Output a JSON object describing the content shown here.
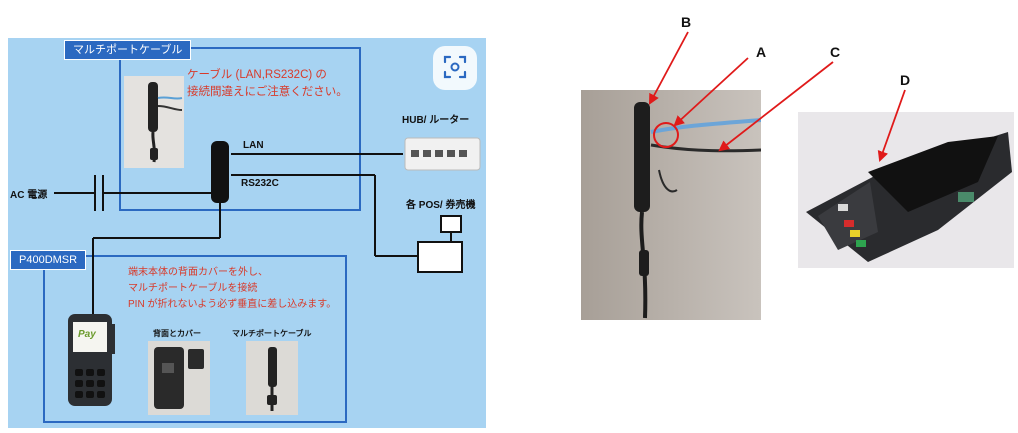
{
  "diagram": {
    "multiport_tag": "マルチポートケーブル",
    "cable_note_line1": "ケーブル (LAN,RS232C) の",
    "cable_note_line2": "接続間違えにご注意ください。",
    "lan_label": "LAN",
    "rs232c_label": "RS232C",
    "hub_label": "HUB/ ルーター",
    "ac_label": "AC 電源",
    "pos_label": "各 POS/ 券売機",
    "terminal_tag": "P400DMSR",
    "install_note_line1": "端末本体の背面カバーを外し、",
    "install_note_line2": "マルチポートケーブルを接続",
    "install_note_line3": "PIN が折れないよう必ず垂直に差し込みます。",
    "caption_back_cover": "背面とカバー",
    "caption_multiport": "マルチポートケーブル",
    "pay_logo": "Pay"
  },
  "callouts": {
    "a": "A",
    "b": "B",
    "c": "C",
    "d": "D"
  },
  "icons": {
    "scan": "scan-icon"
  },
  "colors": {
    "panel_bg": "#a7d3f2",
    "box_border": "#2b69c1",
    "note_red": "#d83a2a",
    "arrow_red": "#e01a1a"
  }
}
